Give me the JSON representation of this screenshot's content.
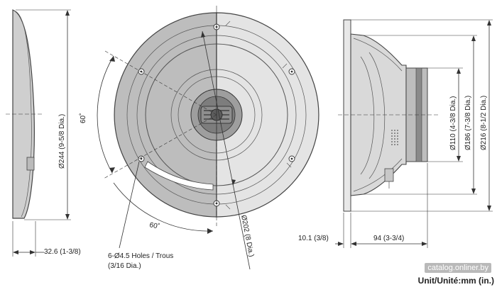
{
  "labels": {
    "dia_244": "Ø244 (9-5/8 Dia.)",
    "depth_32_6": "32.6 (1-3/8)",
    "angle_60_left": "60˚",
    "angle_60_bottom": "60˚",
    "holes_line1": "6-Ø4.5 Holes / Trous",
    "holes_line2": "(3/16 Dia.)",
    "dia_202": "Ø202 (8 Dia.)",
    "depth_10_1": "10.1 (3/8)",
    "depth_94": "94 (3-3/4)",
    "dia_110": "Ø110 (4-3/8 Dia.)",
    "dia_186": "Ø186 (7-3/8 Dia.)",
    "dia_216": "Ø216 (8-1/2 Dia.)"
  },
  "watermark": "catalog.onliner.by",
  "unit": "Unit/Unité:mm (in.)",
  "colors": {
    "grille_dark": "#bdbdbd",
    "grille_light": "#e4e4e4",
    "line": "#444444"
  }
}
